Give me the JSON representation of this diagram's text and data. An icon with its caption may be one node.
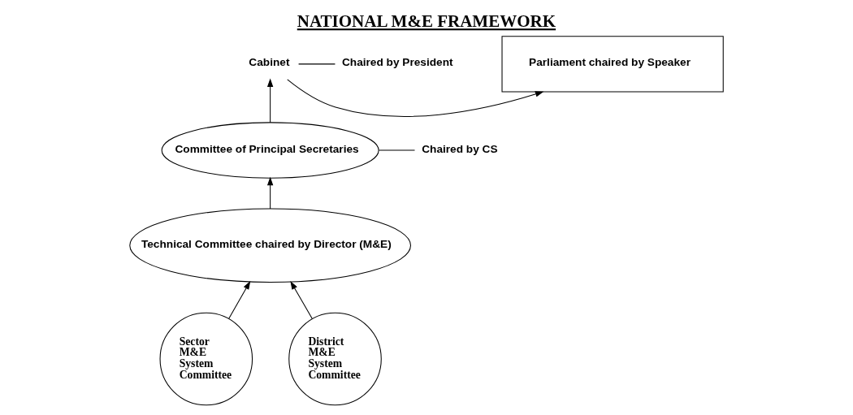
{
  "diagram": {
    "title": "NATIONAL M&E FRAMEWORK",
    "nodes": [
      {
        "text": [
          "Parliament chaired by Speaker"
        ]
      },
      {
        "text": [
          "Cabinet"
        ]
      },
      {
        "text": [
          "Chaired by President"
        ]
      },
      {
        "text": [
          "Committee of Principal Secretaries"
        ]
      },
      {
        "text": [
          "Chaired by CS"
        ]
      },
      {
        "text": [
          "Technical Committee chaired by Director (M&E)"
        ]
      },
      {
        "text": [
          "Sector M&E System Committee"
        ]
      },
      {
        "text": [
          "District M&E System Committee"
        ]
      }
    ],
    "edges": [
      {
        "from": 1,
        "to": 0,
        "arrow": "to"
      },
      {
        "from": 1,
        "to": 2,
        "arrow": "none"
      },
      {
        "from": 3,
        "to": 1,
        "arrow": "to"
      },
      {
        "from": 3,
        "to": 4,
        "arrow": "none"
      },
      {
        "from": 5,
        "to": 3,
        "arrow": "to"
      },
      {
        "from": 6,
        "to": 5,
        "arrow": "to"
      },
      {
        "from": 7,
        "to": 5,
        "arrow": "to"
      }
    ]
  }
}
